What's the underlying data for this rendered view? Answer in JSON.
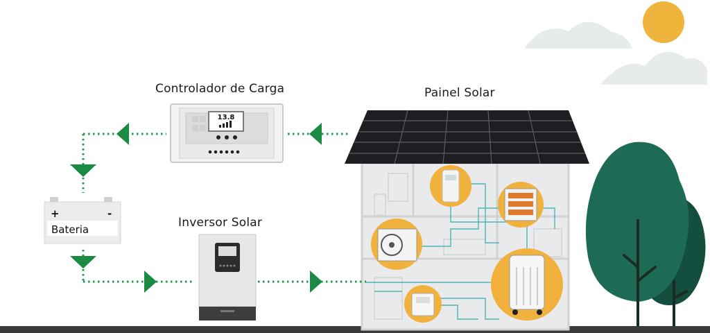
{
  "labels": {
    "controller": "Controlador de Carga",
    "solar_panel": "Painel Solar",
    "inverter": "Inversor Solar",
    "battery": "Bateria"
  },
  "battery": {
    "positive": "+",
    "negative": "-"
  },
  "controller_display": {
    "voltage": "13.8"
  },
  "colors": {
    "flow": "#1f9a4e",
    "arrow": "#1b8a43",
    "house_green": "#1e6b55",
    "sun": "#efb43c",
    "appliance_circle": "#f0b23d",
    "ground": "#3a3a3a"
  },
  "icons": [
    "sun-icon",
    "cloud-icon",
    "tree-icon",
    "solar-panel-icon",
    "charge-controller-icon",
    "battery-icon",
    "inverter-icon",
    "air-conditioner-icon",
    "space-heater-icon",
    "oil-heater-icon",
    "thermostat-icon",
    "remote-control-icon"
  ]
}
